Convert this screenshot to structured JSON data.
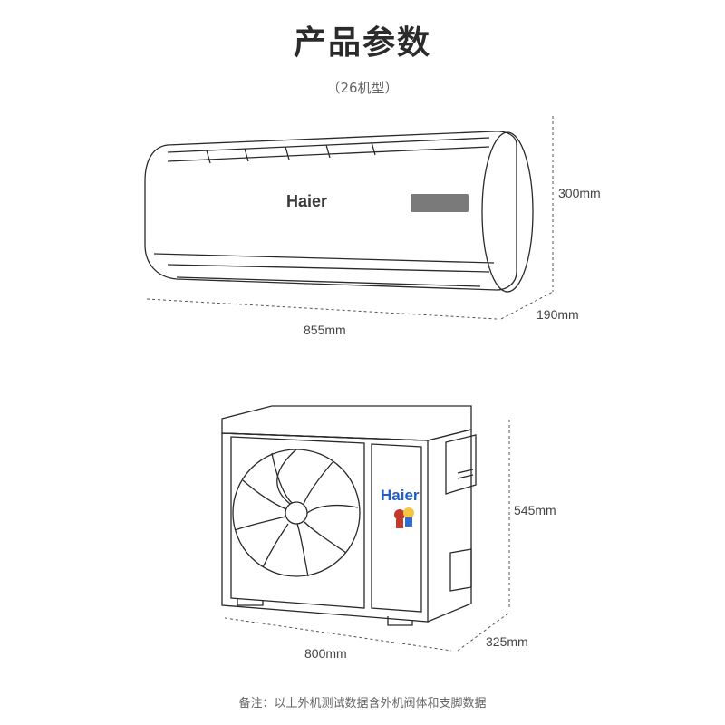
{
  "title": "产品参数",
  "subtitle": "（26机型）",
  "indoor_unit": {
    "brand": "Haier",
    "height": "300mm",
    "depth": "190mm",
    "width": "855mm"
  },
  "outdoor_unit": {
    "brand": "Haier",
    "height": "545mm",
    "depth": "325mm",
    "width": "800mm"
  },
  "footnote": "备注：以上外机测试数据含外机阀体和支脚数据"
}
